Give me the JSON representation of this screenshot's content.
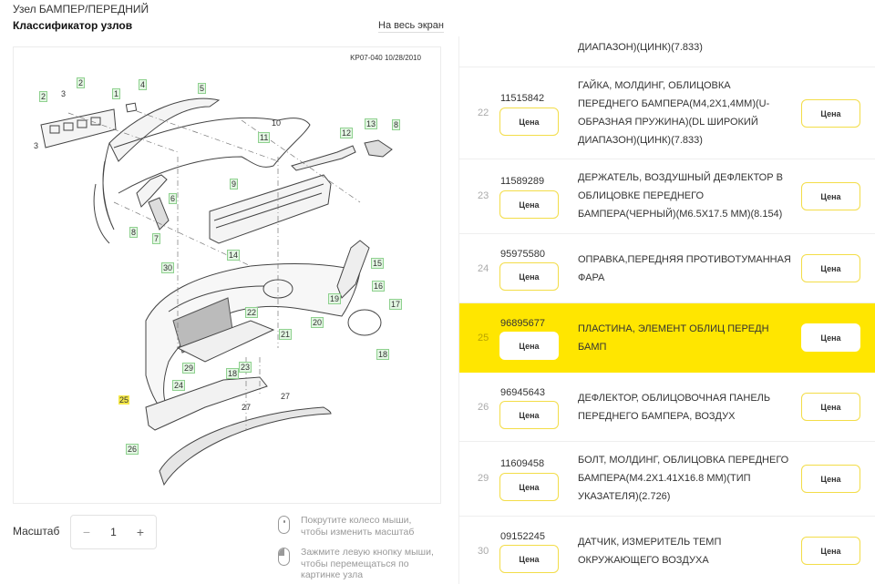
{
  "header": {
    "breadcrumb": "Узел БАМПЕР/ПЕРЕДНИЙ",
    "title": "Классификатор узлов",
    "fullscreen_link": "На весь экран"
  },
  "diagram": {
    "code": "KP07-040 10/28/2010",
    "callouts": [
      {
        "label": "2",
        "style": "green"
      },
      {
        "label": "2",
        "style": "green"
      },
      {
        "label": "3",
        "style": "plain"
      },
      {
        "label": "3",
        "style": "plain"
      },
      {
        "label": "1",
        "style": "green"
      },
      {
        "label": "4",
        "style": "green"
      },
      {
        "label": "5",
        "style": "green"
      },
      {
        "label": "10",
        "style": "plain"
      },
      {
        "label": "11",
        "style": "green"
      },
      {
        "label": "12",
        "style": "green"
      },
      {
        "label": "13",
        "style": "green"
      },
      {
        "label": "8",
        "style": "green"
      },
      {
        "label": "6",
        "style": "green"
      },
      {
        "label": "8",
        "style": "green"
      },
      {
        "label": "7",
        "style": "green"
      },
      {
        "label": "9",
        "style": "green"
      },
      {
        "label": "14",
        "style": "green"
      },
      {
        "label": "15",
        "style": "green"
      },
      {
        "label": "30",
        "style": "green"
      },
      {
        "label": "16",
        "style": "green"
      },
      {
        "label": "19",
        "style": "green"
      },
      {
        "label": "17",
        "style": "green"
      },
      {
        "label": "22",
        "style": "green"
      },
      {
        "label": "20",
        "style": "green"
      },
      {
        "label": "21",
        "style": "green"
      },
      {
        "label": "18",
        "style": "green"
      },
      {
        "label": "29",
        "style": "green"
      },
      {
        "label": "18",
        "style": "green"
      },
      {
        "label": "23",
        "style": "green"
      },
      {
        "label": "24",
        "style": "green"
      },
      {
        "label": "25",
        "style": "yellow"
      },
      {
        "label": "27",
        "style": "plain"
      },
      {
        "label": "27",
        "style": "plain"
      },
      {
        "label": "26",
        "style": "green"
      }
    ]
  },
  "zoom_control": {
    "label": "Масштаб",
    "minus": "−",
    "value": "1",
    "plus": "+"
  },
  "hints": [
    {
      "icon": "mouse-wheel-icon",
      "text": "Покрутите колесо мыши, чтобы изменить масштаб"
    },
    {
      "icon": "mouse-left-button-icon",
      "text": "Зажмите левую кнопку мыши, чтобы перемещаться по картинке узла"
    }
  ],
  "parts": {
    "price_label": "Цена",
    "partial_top_text": "ДИАПАЗОН)(ЦИНК)(7.833)",
    "rows": [
      {
        "pos": "22",
        "article": "11515842",
        "description": "ГАЙКА, МОЛДИНГ, ОБЛИЦОВКА ПЕРЕДНЕГО БАМПЕРА(М4,2Х1,4ММ)(U-ОБРАЗНАЯ ПРУЖИНА)(DL ШИРОКИЙ ДИАПАЗОН)(ЦИНК)(7.833)",
        "active": false
      },
      {
        "pos": "23",
        "article": "11589289",
        "description": "ДЕРЖАТЕЛЬ, ВОЗДУШНЫЙ ДЕФЛЕКТОР В ОБЛИЦОВКЕ ПЕРЕДНЕГО БАМПЕРА(ЧЕРНЫЙ)(М6.5Х17.5 ММ)(8.154)",
        "active": false
      },
      {
        "pos": "24",
        "article": "95975580",
        "description": "ОПРАВКА,ПЕРЕДНЯЯ ПРОТИВОТУМАННАЯ ФАРА",
        "active": false
      },
      {
        "pos": "25",
        "article": "96895677",
        "description": "ПЛАСТИНА, ЭЛЕМЕНТ ОБЛИЦ ПЕРЕДН БАМП",
        "active": true
      },
      {
        "pos": "26",
        "article": "96945643",
        "description": "ДЕФЛЕКТОР, ОБЛИЦОВОЧНАЯ ПАНЕЛЬ ПЕРЕДНЕГО БАМПЕРА, ВОЗДУХ",
        "active": false
      },
      {
        "pos": "29",
        "article": "11609458",
        "description": "БОЛТ, МОЛДИНГ, ОБЛИЦОВКА ПЕРЕДНЕГО БАМПЕРА(М4.2Х1.41Х16.8 ММ)(ТИП УКАЗАТЕЛЯ)(2.726)",
        "active": false
      },
      {
        "pos": "30",
        "article": "09152245",
        "description": "ДАТЧИК, ИЗМЕРИТЕЛЬ ТЕМП ОКРУЖАЮЩЕГО ВОЗДУХА",
        "active": false
      }
    ]
  },
  "colors": {
    "active_row": "#ffe600",
    "price_button_border": "#f3dd48",
    "callout_green": "#8fd18f",
    "callout_highlight": "#f5e84a"
  }
}
